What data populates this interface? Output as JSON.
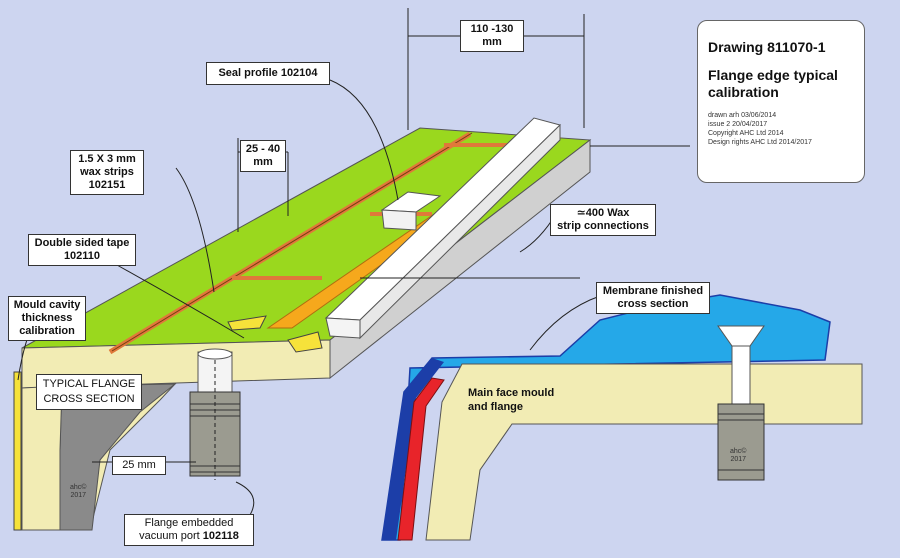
{
  "title_card": {
    "drawing_no": "Drawing 811070-1",
    "title_line1": "Flange edge typical",
    "title_line2": "calibration",
    "meta": [
      "drawn arh 03/06/2014",
      "issue 2  20/04/2017",
      "Copyright  AHC Ltd 2014",
      "Design rights AHC Ltd  2014/2017"
    ]
  },
  "labels": {
    "dim_110_130_a": "110 -130",
    "dim_110_130_b": "mm",
    "seal_profile": "Seal profile 102104",
    "dim_25_40_a": "25 - 40",
    "dim_25_40_b": "mm",
    "wax_strips_a": "1.5 X 3  mm",
    "wax_strips_b": "wax strips",
    "wax_strips_c": "102151",
    "wax_connections_a": "≃400  Wax",
    "wax_connections_b": "strip connections",
    "tape_a": "Double sided tape",
    "tape_b": "102110",
    "mould_cavity_a": "Mould cavity",
    "mould_cavity_b": "thickness",
    "mould_cavity_c": "calibration",
    "flange_cs_a": "TYPICAL FLANGE",
    "flange_cs_b": "CROSS SECTION",
    "dim_25mm": "25 mm",
    "vacuum_a": "Flange embedded",
    "vacuum_b": "vacuum port",
    "vacuum_c": "102118",
    "membrane_a": "Membrane finished",
    "membrane_b": "cross section",
    "main_face_a": "Main face mould",
    "main_face_b": "and flange",
    "stamp_left_a": "ahc©",
    "stamp_left_b": "2017",
    "stamp_right_a": "ahc©",
    "stamp_right_b": "2017"
  },
  "colors": {
    "background": "#cdd5f0",
    "green_face": "#9ad81e",
    "flange_body": "#f2ecb4",
    "wax_strip": "#e0783a",
    "tape": "#f6a81c",
    "membrane": "#25a8e8",
    "red_layer": "#e8242a",
    "dark_edge": "#1c3ea8",
    "grey_shadow": "#8a8a8a"
  }
}
